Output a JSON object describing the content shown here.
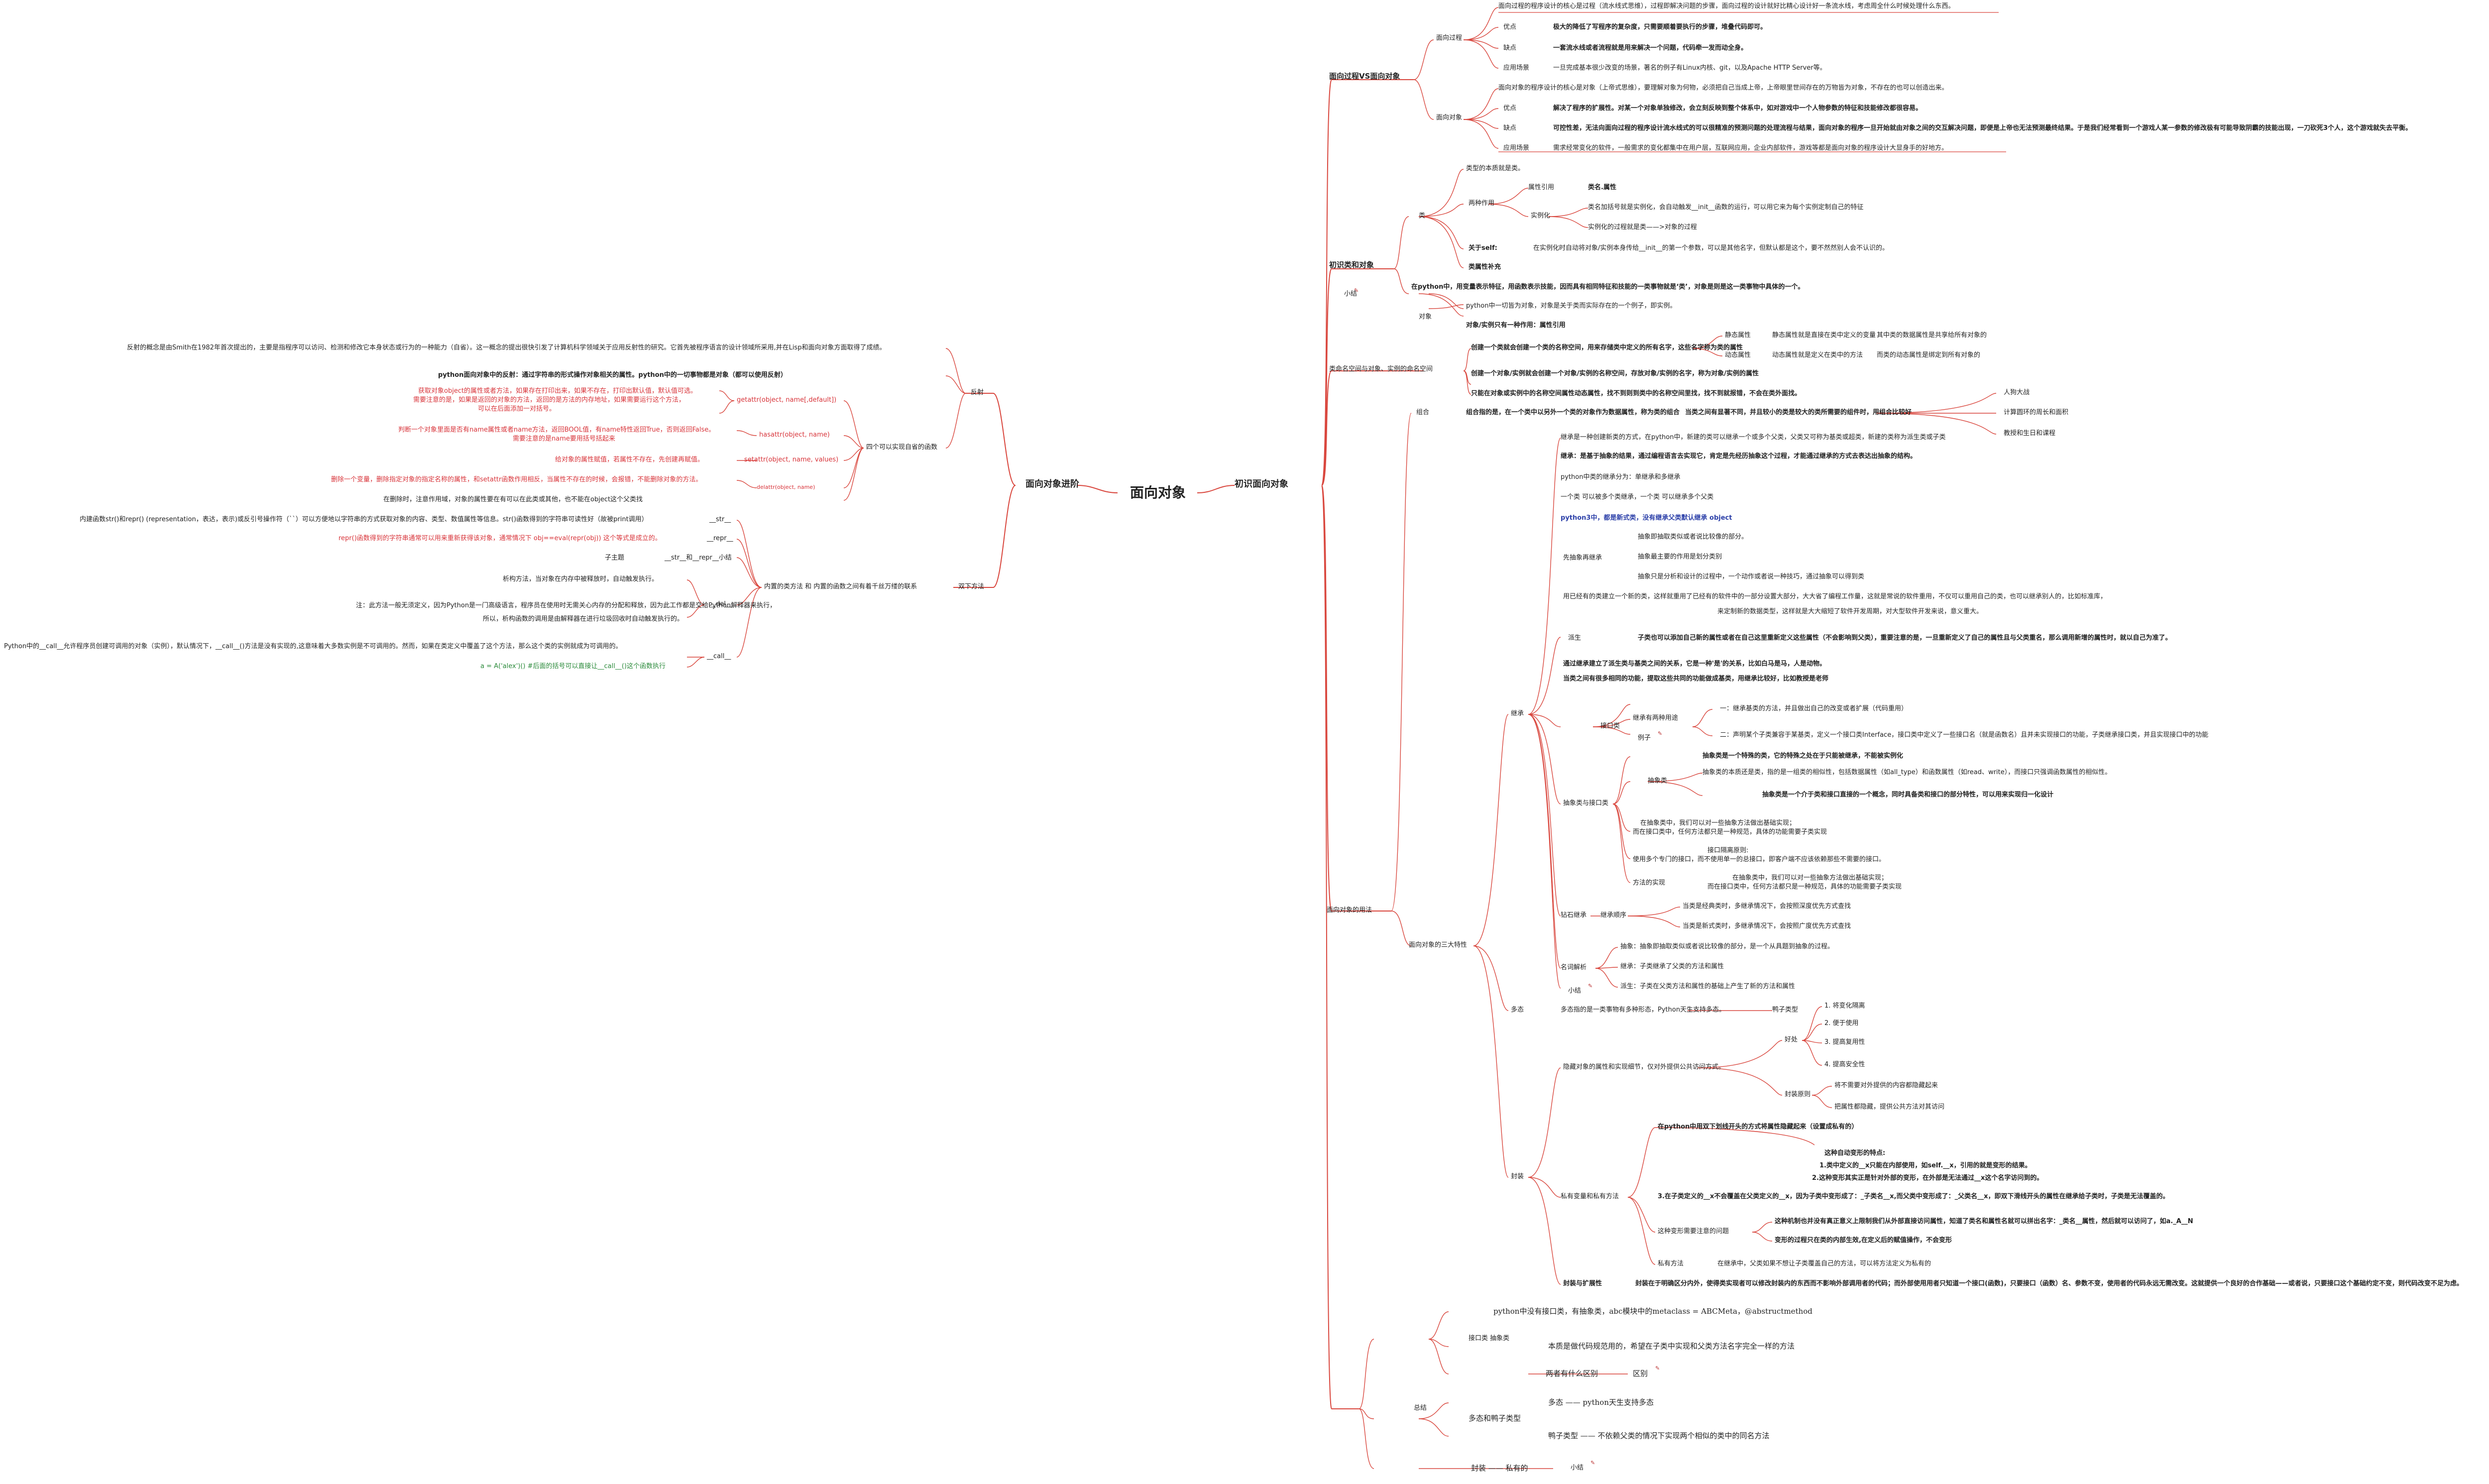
{
  "root": "面向对象",
  "right": {
    "title": "初识面向对象",
    "s1": {
      "title": "面向过程VS面向对象",
      "proc": {
        "label": "面向过程",
        "desc": "面向过程的程序设计的核心是过程（流水线式思维），过程即解决问题的步骤，面向过程的设计就好比精心设计好一条流水线，考虑周全什么时候处理什么东西。",
        "pros_k": "优点",
        "pros": "极大的降低了写程序的复杂度，只需要顺着要执行的步骤，堆叠代码即可。",
        "cons_k": "缺点",
        "cons": "一套流水线或者流程就是用来解决一个问题，代码牵一发而动全身。",
        "scene_k": "应用场景",
        "scene": "一旦完成基本很少改变的场景，著名的例子有Linux内核、git，以及Apache HTTP Server等。"
      },
      "obj": {
        "label": "面向对象",
        "desc": "面向对象的程序设计的核心是对象（上帝式思维），要理解对象为何物，必须把自己当成上帝，上帝眼里世间存在的万物皆为对象，不存在的也可以创造出来。",
        "pros_k": "优点",
        "pros": "解决了程序的扩展性。对某一个对象单独修改，会立刻反映到整个体系中，如对游戏中一个人物参数的特征和技能修改都很容易。",
        "cons_k": "缺点",
        "cons": "可控性差，无法向面向过程的程序设计流水线式的可以很精准的预测问题的处理流程与结果，面向对象的程序一旦开始就由对象之间的交互解决问题，即便是上帝也无法预测最终结果。于是我们经常看到一个游戏人某一参数的修改极有可能导致阴霸的技能出现，一刀砍死3个人，这个游戏就失去平衡。",
        "scene_k": "应用场景",
        "scene": "需求经常变化的软件，一般需求的变化都集中在用户层，互联网应用，企业内部软件，游戏等都是面向对象的程序设计大显身手的好地方。"
      }
    },
    "s2": {
      "title": "初识类和对象",
      "cls": "类",
      "cls_desc": "类型的本质就是类。",
      "two_use": "两种作用",
      "attr_ref": "属性引用",
      "attr_ref_v": "类名.属性",
      "inst": "实例化",
      "inst_1": "类名加括号就是实例化，会自动触发__init__函数的运行，可以用它来为每个实例定制自己的特征",
      "inst_2": "实例化的过程就是类——>对象的过程",
      "self_k": "关于self:",
      "self_v": "在实例化时自动将对象/实例本身传给__init__的第一个参数，可以是其他名字，但默认都是这个，要不然然别人会不认识的。",
      "special": "类属性补充",
      "summary_k": "小结",
      "summary": "在python中，用变量表示特征，用函数表示技能，因而具有相同特征和技能的一类事物就是‘类’，对象是则是这一类事物中具体的一个。",
      "obj_k": "对象",
      "obj_1": "python中一切皆为对象，对象是关于类而实际存在的一个例子，即实例。",
      "obj_2": "对象/实例只有一种作用：属性引用"
    },
    "s3": {
      "title": "类命名空间与对象、实例的命名空间",
      "a": "创建一个类就会创建一个类的名称空间，用来存储类中定义的所有名字，这些名字称为类的属性",
      "static_k": "静态属性",
      "static_v": "静态属性就是直接在类中定义的变量",
      "static_n": "其中类的数据属性是共享给所有对象的",
      "dyn_k": "动态属性",
      "dyn_v": "动态属性就是定义在类中的方法",
      "dyn_n": "而类的动态属性是绑定到所有对象的",
      "b": "创建一个对象/实例就会创建一个对象/实例的名称空间，存放对象/实例的名字，称为对象/实例的属性",
      "c": "只能在对象或实例中的名称空间属性动态属性，找不到则到类中的名称空间里找，找不到就报错，不会在类外面找。"
    },
    "s4": {
      "title": "面向对象的用法",
      "combo_k": "组合",
      "combo_v": "组合指的是，在一个类中以另外一个类的对象作为数据属性，称为类的组合",
      "combo_when": "当类之间有显著不同，并且较小的类是较大的类所需要的组件时，用组合比较好",
      "combo_e1": "人狗大战",
      "combo_e2": "计算圆环的周长和面积",
      "combo_e3": "教授和生日和课程",
      "three": "面向对象的三大特性",
      "inherit_k": "继承",
      "inherit": [
        "继承是一种创建新类的方式，在python中，新建的类可以继承一个或多个父类，父类又可称为基类或超类，新建的类称为派生类或子类",
        "继承：是基于抽象的结果，通过编程语言去实现它，肯定是先经历抽象这个过程，才能通过继承的方式去表达出抽象的结构。",
        "python中类的继承分为：单继承和多继承",
        "一个类 可以被多个类继承，一个类 可以继承多个父类",
        "python3中，都是新式类，没有继承父类默认继承 object"
      ],
      "inh_abs_k": "先抽象再继承",
      "inh_abs": [
        "抽象即抽取类似或者说比较像的部分。",
        "抽象最主要的作用是划分类别",
        "抽象只是分析和设计的过程中，一个动作或者说一种技巧，通过抽象可以得到类"
      ],
      "reuse_1": "用已经有的类建立一个新的类，这样就重用了已经有的软件中的一部分设置大部分，大大省了编程工作量，这就是常说的软件重用，不仅可以重用自己的类，也可以继承别人的，比如标准库，",
      "reuse_2": "来定制新的数据类型，这样就是大大缩短了软件开发周期，对大型软件开发来说，意义重大。",
      "derive_k": "派生",
      "derive_v": "子类也可以添加自己新的属性或者在自己这里重新定义这些属性（不会影响到父类），重要注意的是，一旦重新定义了自己的属性且与父类重名，那么调用新增的属性时，就以自己为准了。",
      "inh_rel_1": "通过继承建立了派生类与基类之间的关系，它是一种'是'的关系，比如白马是马，人是动物。",
      "inh_rel_2": "当类之间有很多相同的功能，提取这些共同的功能做成基类，用继承比较好，比如教授是老师",
      "iface_k": "接口类",
      "iface_sub": "继承有两种用途",
      "iface_1": "一：继承基类的方法，并且做出自己的改变或者扩展（代码重用）",
      "iface_2": "二：声明某个子类兼容于某基类，定义一个接口类Interface，接口类中定义了一些接口名（就是函数名）且并未实现接口的功能，子类继承接口类，并且实现接口中的功能",
      "iface_eg": "例子",
      "absc_k": "抽象类与接口类",
      "absc_head": "抽象类是一个特殊的类，它的特殊之处在于只能被继承，不能被实例化",
      "absc_k2": "抽象类",
      "absc_1": "抽象类的本质还是类，指的是一组类的相似性，包括数据属性（如all_type）和函数属性（如read、write），而接口只强调函数属性的相似性。",
      "absc_2": "抽象类是一个介于类和接口直接的一个概念，同时具备类和接口的部分特性，可以用来实现归一化设计",
      "absc_3a": "在抽象类中，我们可以对一些抽象方法做出基础实现；",
      "absc_3b": "而在接口类中，任何方法都只是一种规范，具体的功能需要子类实现",
      "multi_1a": "接口隔离原则:",
      "multi_1b": "使用多个专门的接口，而不使用单一的总接口，即客户端不应该依赖那些不需要的接口。",
      "impl_k": "方法的实现",
      "impl_a": "在抽象类中，我们可以对一些抽象方法做出基础实现；",
      "impl_b": "而在接口类中，任何方法都只是一种规范，具体的功能需要子类实现",
      "diamond_k": "钻石继承",
      "order_k": "继承顺序",
      "order_1": "当类是经典类时，多继承情况下，会按照深度优先方式查找",
      "order_2": "当类是新式类时，多继承情况下，会按照广度优先方式查找",
      "terms_k": "名词解析",
      "terms_1": "抽象：抽象即抽取类似或者说比较像的部分，是一个从具题到抽象的过程。",
      "terms_2": "继承：子类继承了父类的方法和属性",
      "terms_3": "派生：子类在父类方法和属性的基础上产生了新的方法和属性",
      "small_k": "小结",
      "poly_k": "多态",
      "poly_v": "多态指的是一类事物有多种形态，Python天生支持多态。",
      "duck": "鸭子类型",
      "encap_k": "封装",
      "hide_k": "隐藏对象的属性和实现细节，仅对外提供公共访问方式。",
      "benefit_k": "好处",
      "benefit": [
        "1. 将变化隔离",
        "2. 便于使用",
        "3. 提高复用性",
        "4. 提高安全性"
      ],
      "principle_k": "封装原则",
      "principle": [
        "将不需要对外提供的内容都隐藏起来",
        "把属性都隐藏，提供公共方法对其访问"
      ],
      "private_k": "私有变量和私有方法",
      "private_head": "在python中用双下划线开头的方式将属性隐藏起来（设置成私有的）",
      "private_feat": "这种自动变形的特点:",
      "private_1": "1.类中定义的__x只能在内部使用，如self.__x，引用的就是变形的结果。",
      "private_2": "2.这种变形其实正是针对外部的变形，在外部是无法通过__x这个名字访问到的。",
      "private_3": "3.在子类定义的__x不会覆盖在父类定义的__x，因为子类中变形成了：_子类名__x,而父类中变形成了：_父类名__x，即双下滑线开头的属性在继承给子类时，子类是无法覆盖的。",
      "private_prob_k": "这种变形需要注意的问题",
      "private_p1": "这种机制也并没有真正意义上限制我们从外部直接访问属性，知道了类名和属性名就可以拼出名字：_类名__属性，然后就可以访问了，如a._A__N",
      "private_p2": "变形的过程只在类的内部生效,在定义后的赋值操作，不会变形",
      "private_m_k": "私有方法",
      "private_m_v": "在继承中，父类如果不想让子类覆盖自己的方法，可以将方法定义为私有的",
      "ext_k": "封装与扩展性",
      "ext_v": "封装在于明确区分内外，使得类实现者可以修改封装内的东西而不影响外部调用者的代码；而外部使用用者只知道一个接口(函数)，只要接口（函数）名、参数不变，使用者的代码永远无需改变。这就提供一个良好的合作基础——或者说，只要接口这个基础约定不变，则代码改变不足为虑。"
    },
    "s5": {
      "title": "总结",
      "abc_k": "接口类 抽象类",
      "abc_1": "python中没有接口类，有抽象类，abc模块中的metaclass = ABCMeta，@abstructmethod",
      "abc_2": "本质是做代码规范用的，希望在子类中实现和父类方法名字完全一样的方法",
      "diff_k": "两者有什么区别",
      "diff_v": "区别",
      "poly_k": "多态和鸭子类型",
      "poly_1": "多态 —— python天生支持多态",
      "poly_2": "鸭子类型 —— 不依赖父类的情况下实现两个相似的类中的同名方法",
      "enc_k": "封装 —— 私有的",
      "enc_small": "小结"
    }
  },
  "left": {
    "title": "面向对象进阶",
    "reflect": {
      "label": "反射",
      "desc": "反射的概念是由Smith在1982年首次提出的，主要是指程序可以访问、检测和修改它本身状态或行为的一种能力（自省）。这一概念的提出很快引发了计算机科学领域关于应用反射性的研究。它首先被程序语言的设计领域所采用,并在Lisp和面向对象方面取得了成绩。",
      "py": "python面向对象中的反射：通过字符串的形式操作对象相关的属性。python中的一切事物都是对象（都可以使用反射）",
      "four": "四个可以实现自省的函数",
      "f1_k": "getattr(object, name[,default])",
      "f1_v": [
        "获取对象object的属性或者方法，如果存在打印出来，如果不存在，打印出默认值，默认值可选。",
        "需要注意的是，如果是返回的对象的方法，返回的是方法的内存地址，如果需要运行这个方法，",
        "可以在后面添加一对括号。"
      ],
      "f2_k": "hasattr(object, name)",
      "f2_v": [
        "判断一个对象里面是否有name属性或者name方法，返回BOOL值，有name特性返回True，否则返回False。",
        "需要注意的是name要用括号括起来"
      ],
      "f3_k": "setattr(object, name, values)",
      "f3_v": "给对象的属性赋值，若属性不存在，先创建再赋值。",
      "f4_k": "delattr(object, name)",
      "f4_v": "删除一个变量，删除指定对象的指定名称的属性，和setattr函数作用相反，当属性不存在的时候，会报错，不能删除对象的方法。",
      "f4_n": "在删除时，注意作用域，对象的属性要在有可以在此类或其他，也不能在object这个父类找"
    },
    "builtin": {
      "label": "双下方法",
      "desc": "内置的类方法 和 内置的函数之间有着千丝万缕的联系",
      "str_pre": "内建函数str()和repr() (representation，表达，表示)或反引号操作符（``）可以方便地以字符串的方式获取对象的内容、类型、数值属性等信息。str()函数得到的字符串可读性好（故被print调用）",
      "str_k": "__str__",
      "repr_k": "__repr__",
      "repr_v": "repr()函数得到的字符串通常可以用来重新获得该对象，通常情况下 obj==eval(repr(obj)) 这个等式是成立的。",
      "sub_k": "子主题",
      "sub_v": "__str__和__repr__小结",
      "del_k": "__del__",
      "del_1": "析构方法，当对象在内存中被释放时，自动触发执行。",
      "del_2": "注：此方法一般无须定义，因为Python是一门高级语言，程序员在使用时无需关心内存的分配和释放，因为此工作都是交给Python解释器来执行，",
      "del_3": "所以，析构函数的调用是由解释器在进行垃圾回收时自动触发执行的。",
      "call_k": "__call__",
      "call_v": "Python中的__call__允许程序员创建可调用的对象（实例），默认情况下，__call__()方法是没有实现的,这意味着大多数实例是不可调用的。然而，如果在类定义中覆盖了这个方法，那么这个类的实例就成为可调用的。",
      "call_eg": "a = A('alex')()   #后面的括号可以直接让__call__()这个函数执行"
    }
  }
}
